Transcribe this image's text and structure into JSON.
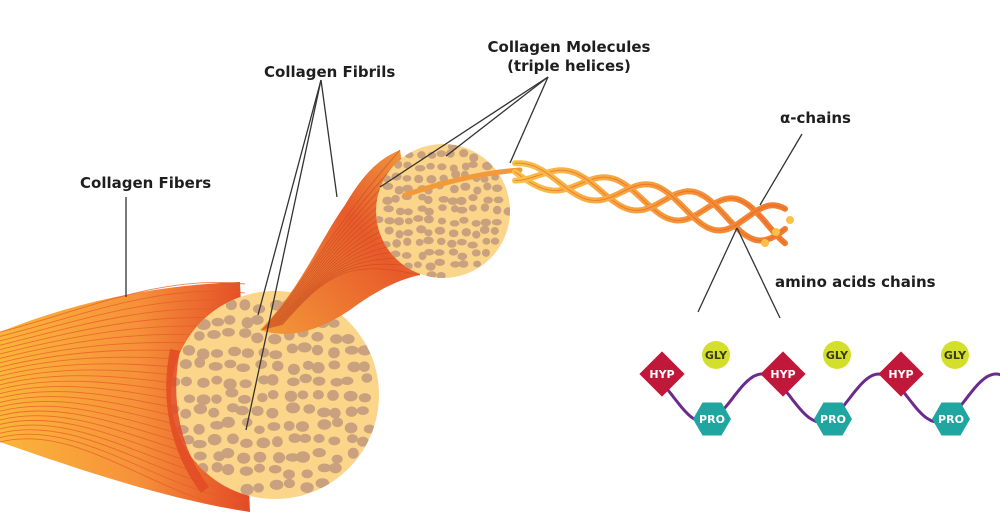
{
  "labels": {
    "fibers": "Collagen Fibers",
    "fibrils": "Collagen Fibrils",
    "molecules_line1": "Collagen Molecules",
    "molecules_line2": "(triple helices)",
    "alpha_chains": "α-chains",
    "amino_acids": "amino acids chains"
  },
  "residues": {
    "hyp": "HYP",
    "gly": "GLY",
    "pro": "PRO"
  },
  "colors": {
    "fiber_dark": "#e24a25",
    "fiber_light": "#fbb53a",
    "cross_section": "#fbd58a",
    "fibril_dot": "#c9a17e",
    "strand": "#f6913a",
    "hyp": "#c0173a",
    "gly": "#d4df2b",
    "pro": "#1fa6a0",
    "backbone": "#6a2a8e"
  }
}
